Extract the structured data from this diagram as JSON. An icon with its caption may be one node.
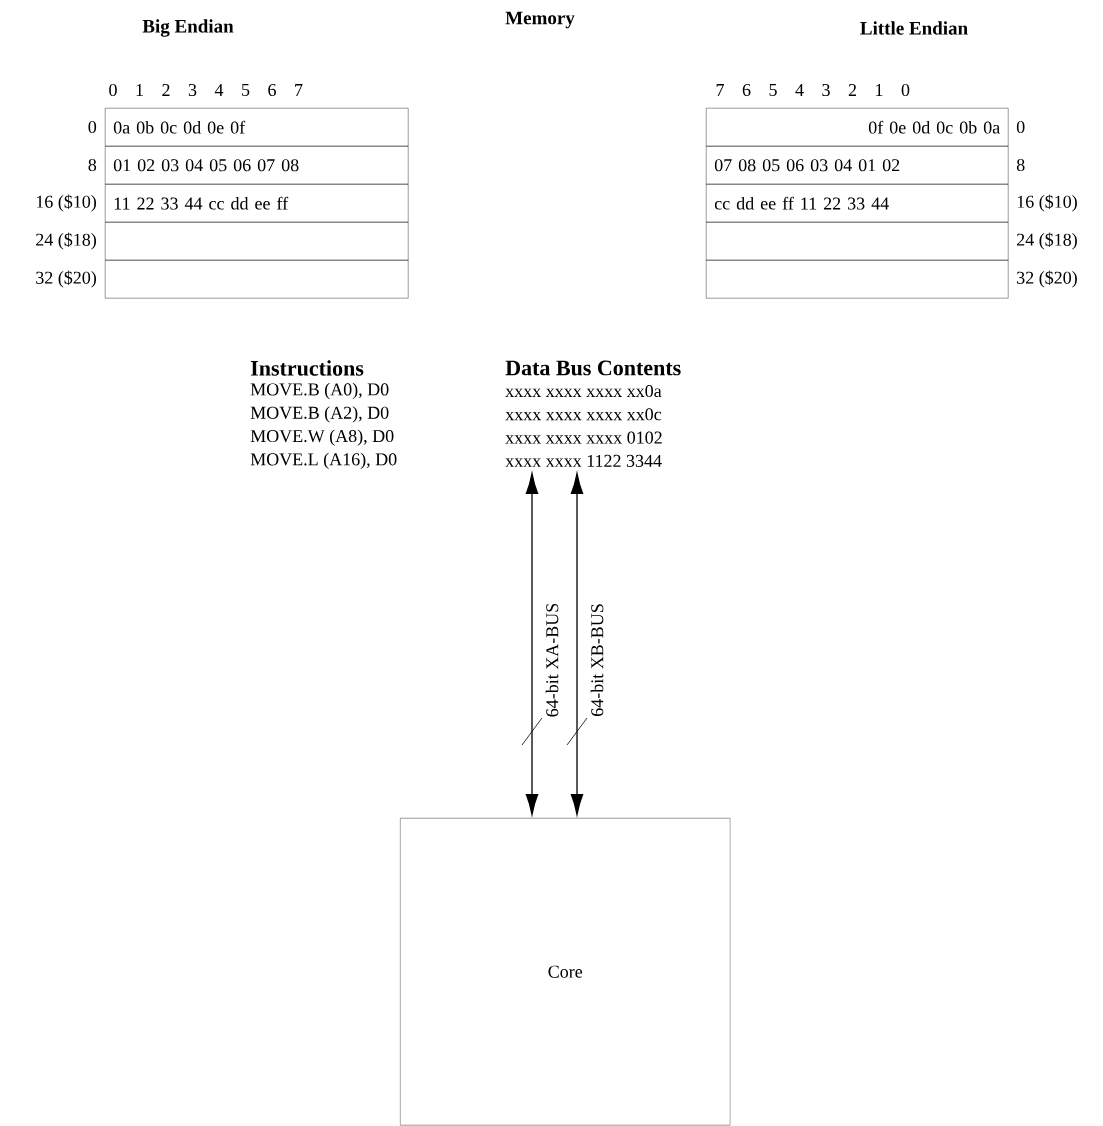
{
  "diagram": {
    "title": "Memory",
    "nodes": [
      {
        "text": [
          "0a 0b 0c 0d 0e 0f"
        ],
        "beside": [
          "0"
        ]
      },
      {
        "text": [
          "01 02 03 04 05 06 07 08"
        ],
        "beside": [
          "8"
        ]
      },
      {
        "text": [
          "11 22 33 44 cc dd ee ff"
        ],
        "beside": [
          "16 ($10)"
        ]
      },
      {
        "text": [],
        "shape": "box",
        "beside": [
          "24 ($18)"
        ]
      },
      {
        "text": [],
        "shape": "box",
        "beside": [
          "32 ($20)"
        ]
      },
      {
        "text": [
          "0f 0e 0d 0c 0b 0a"
        ],
        "beside": [
          "0"
        ]
      },
      {
        "text": [
          "07 08 05 06 03 04 01 02"
        ],
        "beside": [
          "8"
        ]
      },
      {
        "text": [
          "cc dd ee ff 11 22 33 44"
        ],
        "beside": [
          "16 ($10)"
        ]
      },
      {
        "text": [],
        "shape": "box",
        "beside": [
          "24 ($18)"
        ]
      },
      {
        "text": [],
        "shape": "box",
        "beside": [
          "32 ($20)"
        ]
      },
      {
        "text": [
          "Core"
        ]
      }
    ],
    "edges": [
      {
        "from": null,
        "to": 10,
        "arrow": "both",
        "label": "64-bit XA-BUS"
      },
      {
        "from": null,
        "to": 10,
        "arrow": "both",
        "label": "64-bit XB-BUS"
      }
    ],
    "labels": [
      "Big Endian",
      "Little Endian",
      "0",
      "1",
      "2",
      "3",
      "4",
      "5",
      "6",
      "7",
      "7",
      "6",
      "5",
      "4",
      "3",
      "2",
      "1",
      "0",
      "Instructions",
      "Data Bus Contents",
      "MOVE.B (A0), D0",
      "xxxx xxxx xxxx xx0a",
      "MOVE.B (A2), D0",
      "xxxx xxxx xxxx xx0c",
      "MOVE.W (A8), D0",
      "xxxx xxxx xxxx 0102",
      "MOVE.L (A16), D0",
      "xxxx xxxx 1122 3344"
    ]
  }
}
